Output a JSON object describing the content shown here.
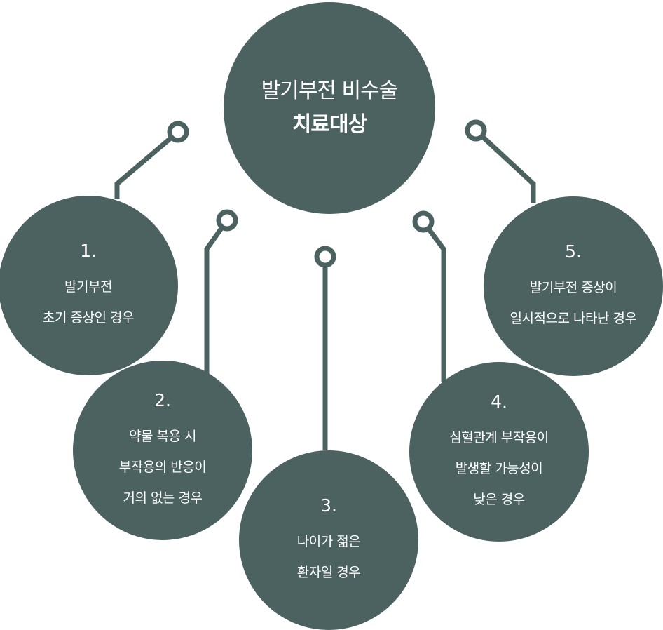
{
  "center": {
    "title": "발기부전 비수술",
    "subtitle": "치료대상"
  },
  "items": [
    {
      "number": "1.",
      "lines": [
        "발기부전",
        "초기 증상인 경우"
      ]
    },
    {
      "number": "2.",
      "lines": [
        "약물 복용 시",
        "부작용의 반응이",
        "거의 없는 경우"
      ]
    },
    {
      "number": "3.",
      "lines": [
        "나이가 젊은",
        "환자일 경우"
      ]
    },
    {
      "number": "4.",
      "lines": [
        "심혈관계 부작용이",
        "발생할 가능성이",
        "낮은 경우"
      ]
    },
    {
      "number": "5.",
      "lines": [
        "발기부전 증상이",
        "일시적으로 나타난 경우"
      ]
    }
  ],
  "colors": {
    "circle_fill": "#4b6261",
    "connector": "#4b6261",
    "text": "#ffffff",
    "background": "#ffffff"
  }
}
